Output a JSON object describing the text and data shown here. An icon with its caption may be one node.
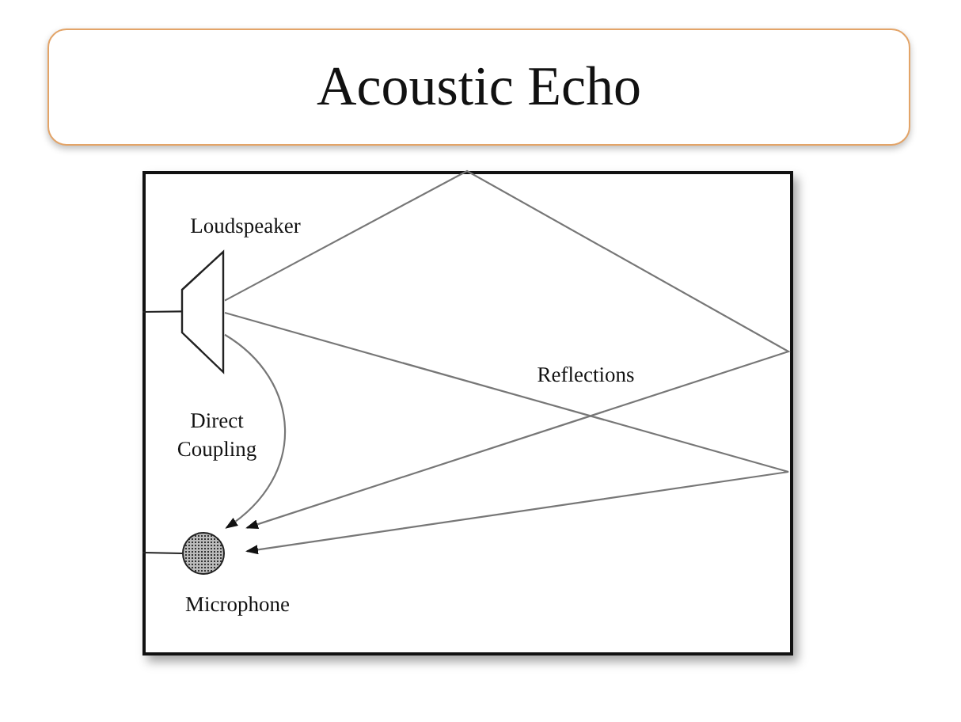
{
  "diagram": {
    "title": "Acoustic Echo",
    "nodes": [
      {
        "text": [],
        "shape": "box"
      },
      {
        "text": [
          "Loudspeaker"
        ],
        "in": 0
      },
      {
        "text": [
          "Microphone"
        ],
        "in": 0
      }
    ],
    "edges": [
      {
        "from": 1,
        "to": 2,
        "arrow": "to",
        "label": "Direct Coupling"
      },
      {
        "from": 1,
        "to": 2,
        "arrow": "to"
      },
      {
        "from": 1,
        "to": 2,
        "arrow": "to"
      },
      {
        "from": null,
        "to": 1,
        "arrow": "none"
      },
      {
        "from": null,
        "to": 2,
        "arrow": "none"
      }
    ],
    "labels": [
      "Reflections"
    ]
  }
}
